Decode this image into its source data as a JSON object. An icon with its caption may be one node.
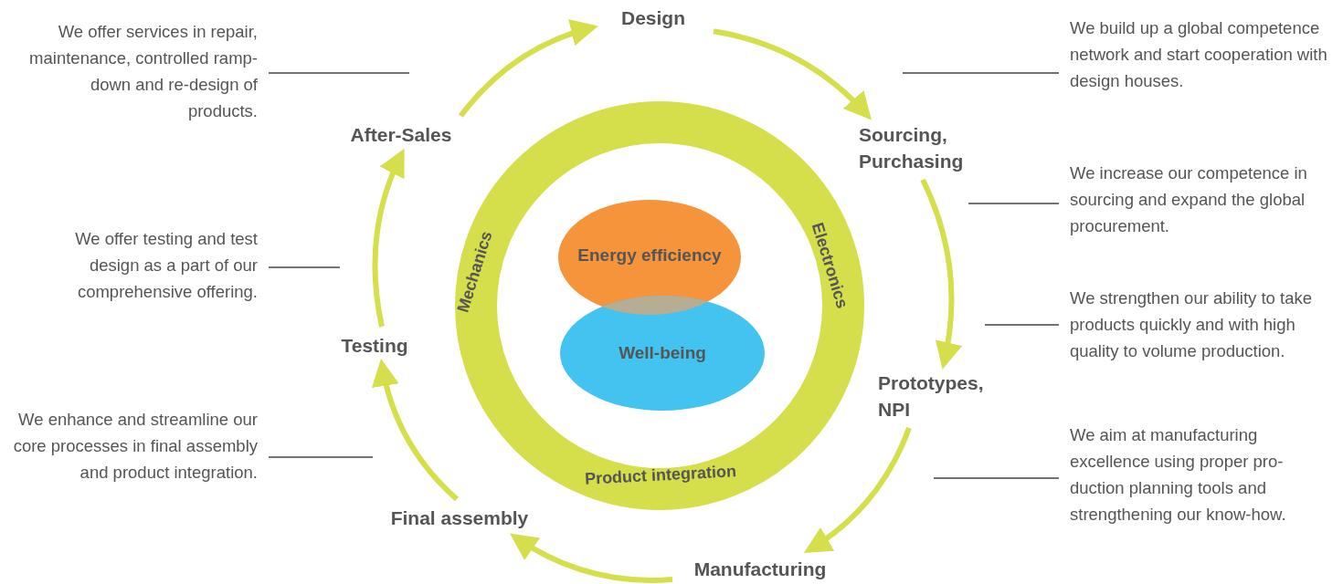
{
  "diagram": {
    "nodes": [
      {
        "text": [
          "Design"
        ]
      },
      {
        "text": [
          "Sourcing, Purchasing"
        ]
      },
      {
        "text": [
          "Prototypes, NPI"
        ]
      },
      {
        "text": [
          "Manufacturing"
        ]
      },
      {
        "text": [
          "Final assembly"
        ]
      },
      {
        "text": [
          "Testing"
        ]
      },
      {
        "text": [
          "After-Sales"
        ]
      },
      {
        "text": [
          "Mechanics",
          "Electronics",
          "Product integration"
        ]
      },
      {
        "text": [
          "Energy efficiency"
        ],
        "in": 7
      },
      {
        "text": [
          "Well-being"
        ],
        "in": 7
      },
      {
        "text": [
          "We offer services in repair, maintenance, controlled ramp-down and re-design of products."
        ]
      },
      {
        "text": [
          "We build up a global competence network and start cooperation with design houses."
        ]
      },
      {
        "text": [
          "We increase our competence in sourcing and expand the global procurement."
        ]
      },
      {
        "text": [
          "We offer testing and test design as a part of our comprehensive offering."
        ]
      },
      {
        "text": [
          "We strengthen our ability to take products quickly and with high quality to volume production."
        ]
      },
      {
        "text": [
          "We enhance and streamline our core processes in final assembly and product integration."
        ]
      },
      {
        "text": [
          "We aim at manufacturing excellence using proper pro-duction planning tools and strengthening our know-how."
        ]
      }
    ],
    "edges": [
      {
        "from": 0,
        "to": 1,
        "arrow": "to",
        "style": "thick"
      },
      {
        "from": 1,
        "to": 2,
        "arrow": "to",
        "style": "thick"
      },
      {
        "from": 2,
        "to": 3,
        "arrow": "to",
        "style": "thick"
      },
      {
        "from": 3,
        "to": 4,
        "arrow": "to",
        "style": "thick"
      },
      {
        "from": 4,
        "to": 5,
        "arrow": "to",
        "style": "thick"
      },
      {
        "from": 5,
        "to": 6,
        "arrow": "to",
        "style": "thick"
      },
      {
        "from": 6,
        "to": 0,
        "arrow": "to",
        "style": "thick"
      },
      {
        "from": 10,
        "to": null,
        "arrow": "none",
        "color": "#444444"
      },
      {
        "from": 11,
        "to": null,
        "arrow": "none",
        "color": "#444444"
      },
      {
        "from": 12,
        "to": null,
        "arrow": "none",
        "color": "#444444"
      },
      {
        "from": 13,
        "to": null,
        "arrow": "none",
        "color": "#444444"
      },
      {
        "from": 14,
        "to": null,
        "arrow": "none",
        "color": "#444444"
      },
      {
        "from": 15,
        "to": null,
        "arrow": "none",
        "color": "#444444"
      },
      {
        "from": 16,
        "to": null,
        "arrow": "none",
        "color": "#444444"
      }
    ]
  }
}
